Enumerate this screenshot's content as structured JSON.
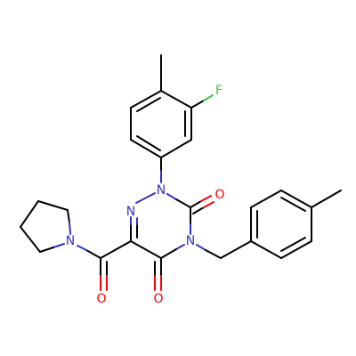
{
  "molecule": {
    "colors": {
      "carbon": "#000000",
      "nitrogen": "#3333cc",
      "oxygen": "#ff0000",
      "fluorine": "#33cc33",
      "background": "#ffffff"
    },
    "atoms": {
      "f": "F",
      "n1": "N",
      "n2": "N",
      "n4": "N",
      "n_pyrrolidine": "N",
      "o_c3": "O",
      "o_c5": "O",
      "o_carbonyl": "O"
    }
  }
}
